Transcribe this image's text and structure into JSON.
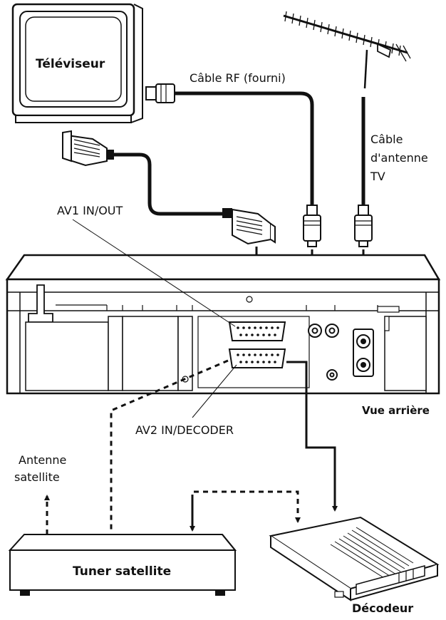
{
  "labels": {
    "televiseur": "Téléviseur",
    "cable_rf": "Câble RF (fourni)",
    "cable_antenne_line1": "Câble",
    "cable_antenne_line2": "d'antenne",
    "cable_antenne_line3": "TV",
    "av1": "AV1 IN/OUT",
    "av2": "AV2 IN/DECODER",
    "vue_arriere": "Vue arrière",
    "antenne_satellite_line1": "Antenne",
    "antenne_satellite_line2": "satellite",
    "tuner_satellite": "Tuner satellite",
    "decodeur": "Décodeur"
  }
}
